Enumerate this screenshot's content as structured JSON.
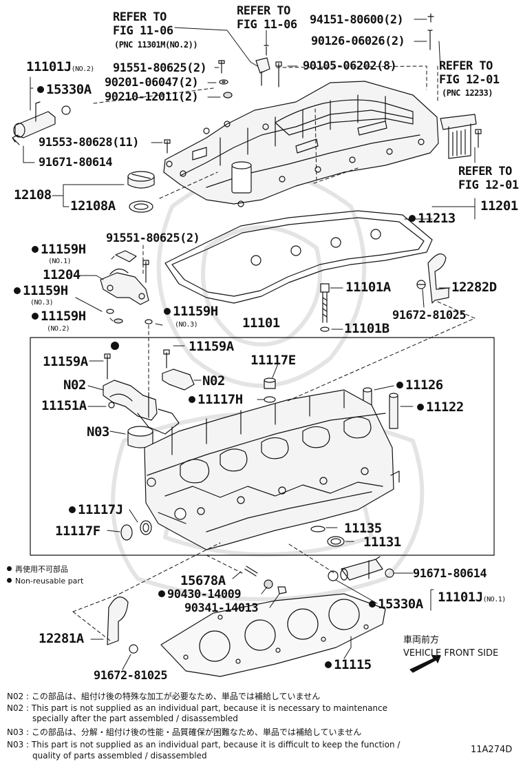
{
  "diagram_id": "11A274D",
  "colors": {
    "ink": "#111111",
    "paper": "#ffffff",
    "part_fill": "#f4f4f4",
    "watermark": "#e6e6e6"
  },
  "refs": {
    "top_left": {
      "line1": "REFER TO",
      "line2": "FIG 11-06",
      "pnc": "(PNC 11301M(NO.2))"
    },
    "top_mid": {
      "line1": "REFER TO",
      "line2": "FIG 11-06"
    },
    "right_a": {
      "line1": "REFER TO",
      "line2": "FIG 12-01",
      "pnc": "(PNC 12233)"
    },
    "right_b": {
      "line1": "REFER TO",
      "line2": "FIG 12-01"
    }
  },
  "labels": {
    "p94151": "94151-80600(2)",
    "p90126": "90126-06026(2)",
    "p11101j_no2": "11101J",
    "p11101j_no2_sub": "(NO.2)",
    "p91551_top": "91551-80625(2)",
    "p90105": "90105-06202(8)",
    "p15330a_top": "15330A",
    "p90201": "90201-06047(2)",
    "p90210": "90210-12011(2)",
    "p91553": "91553-80628(11)",
    "p91671_top": "91671-80614",
    "p12108": "12108",
    "p12108a": "12108A",
    "p11201": "11201",
    "p11213": "11213",
    "p91551_mid": "91551-80625(2)",
    "p11159h_no1": "11159H",
    "p11159h_no1_sub": "(NO.1)",
    "p11204": "11204",
    "p11159h_no3a": "11159H",
    "p11159h_no3a_sub": "(NO.3)",
    "p11159h_no2": "11159H",
    "p11159h_no2_sub": "(NO.2)",
    "p11159h_no3b": "11159H",
    "p11159h_no3b_sub": "(NO.3)",
    "p11101a": "11101A",
    "p11101b": "11101B",
    "p12282d": "12282D",
    "p91672_top": "91672-81025",
    "p11101": "11101",
    "p11159a_l": "11159A",
    "p11159a_r": "11159A",
    "p11117e": "11117E",
    "p11117h": "11117H",
    "p n02_l": "N02",
    "pn02_l": "N02",
    "pn02_r": "N02",
    "p11151a": "11151A",
    "pn03": "N03",
    "p11126": "11126",
    "p11122": "11122",
    "p11117j": "11117J",
    "p11117f": "11117F",
    "p11135": "11135",
    "p11131": "11131",
    "p15678a": "15678A",
    "p90430": "90430-14009",
    "p90341": "90341-14013",
    "p91671_bot": "91671-80614",
    "p15330a_bot": "15330A",
    "p11101j_no1": "11101J",
    "p11101j_no1_sub": "(NO.1)",
    "p12281a": "12281A",
    "p91672_bot": "91672-81025",
    "p11115": "11115"
  },
  "legend": {
    "jp": "再使用不可部品",
    "en": "Non-reusable part"
  },
  "vehicle_front": {
    "jp": "車両前方",
    "en": "VEHICLE FRONT SIDE"
  },
  "notes": {
    "n02_jp": "N02 : この部品は、組付け後の特殊な加工が必要なため、単品では補給していません",
    "n02_en1": "N02 : This part is not supplied as an individual part, because it is necessary to maintenance",
    "n02_en2": "specially after the part assembled / disassembled",
    "n03_jp": "N03 : この部品は、分解・組付け後の性能・品質確保が困難なため、単品では補給していません",
    "n03_en1": "N03 : This part is not supplied as an individual part, because it is difficult to keep the function /",
    "n03_en2": "quality of parts  assembled / disassembled"
  }
}
